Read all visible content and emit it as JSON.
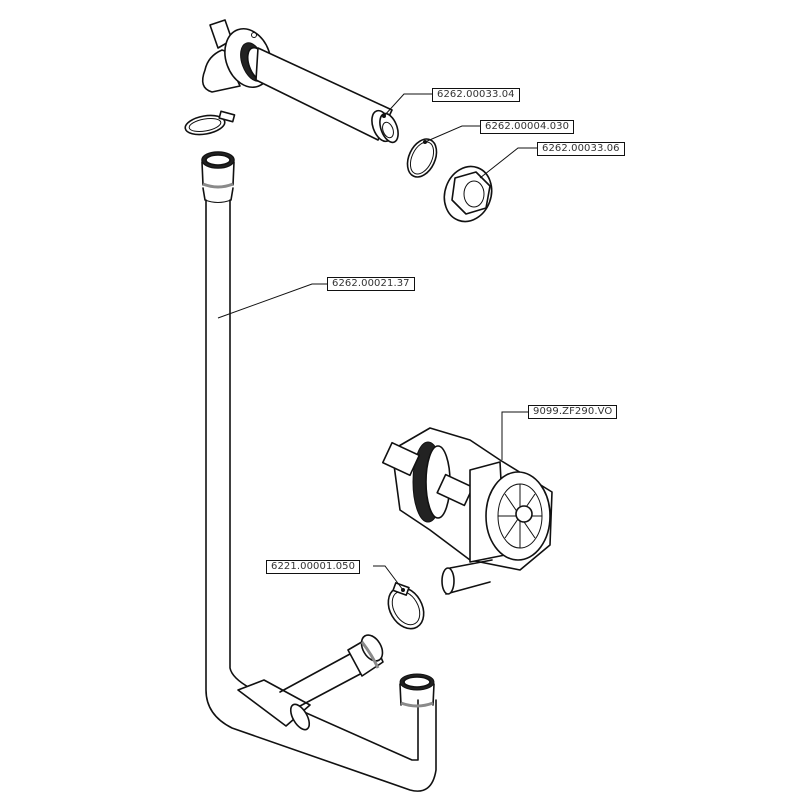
{
  "diagram": {
    "type": "exploded-parts-view",
    "parts": [
      {
        "id": "elbow-tube",
        "part_number": "6262.00033.04"
      },
      {
        "id": "o-ring",
        "part_number": "6262.00004.030"
      },
      {
        "id": "hex-nut",
        "part_number": "6262.00033.06"
      },
      {
        "id": "drain-hose",
        "part_number": "6262.00021.37"
      },
      {
        "id": "pump-motor",
        "part_number": "9099.ZF290.VO"
      },
      {
        "id": "hose-clamp",
        "part_number": "6221.00001.050"
      }
    ]
  }
}
